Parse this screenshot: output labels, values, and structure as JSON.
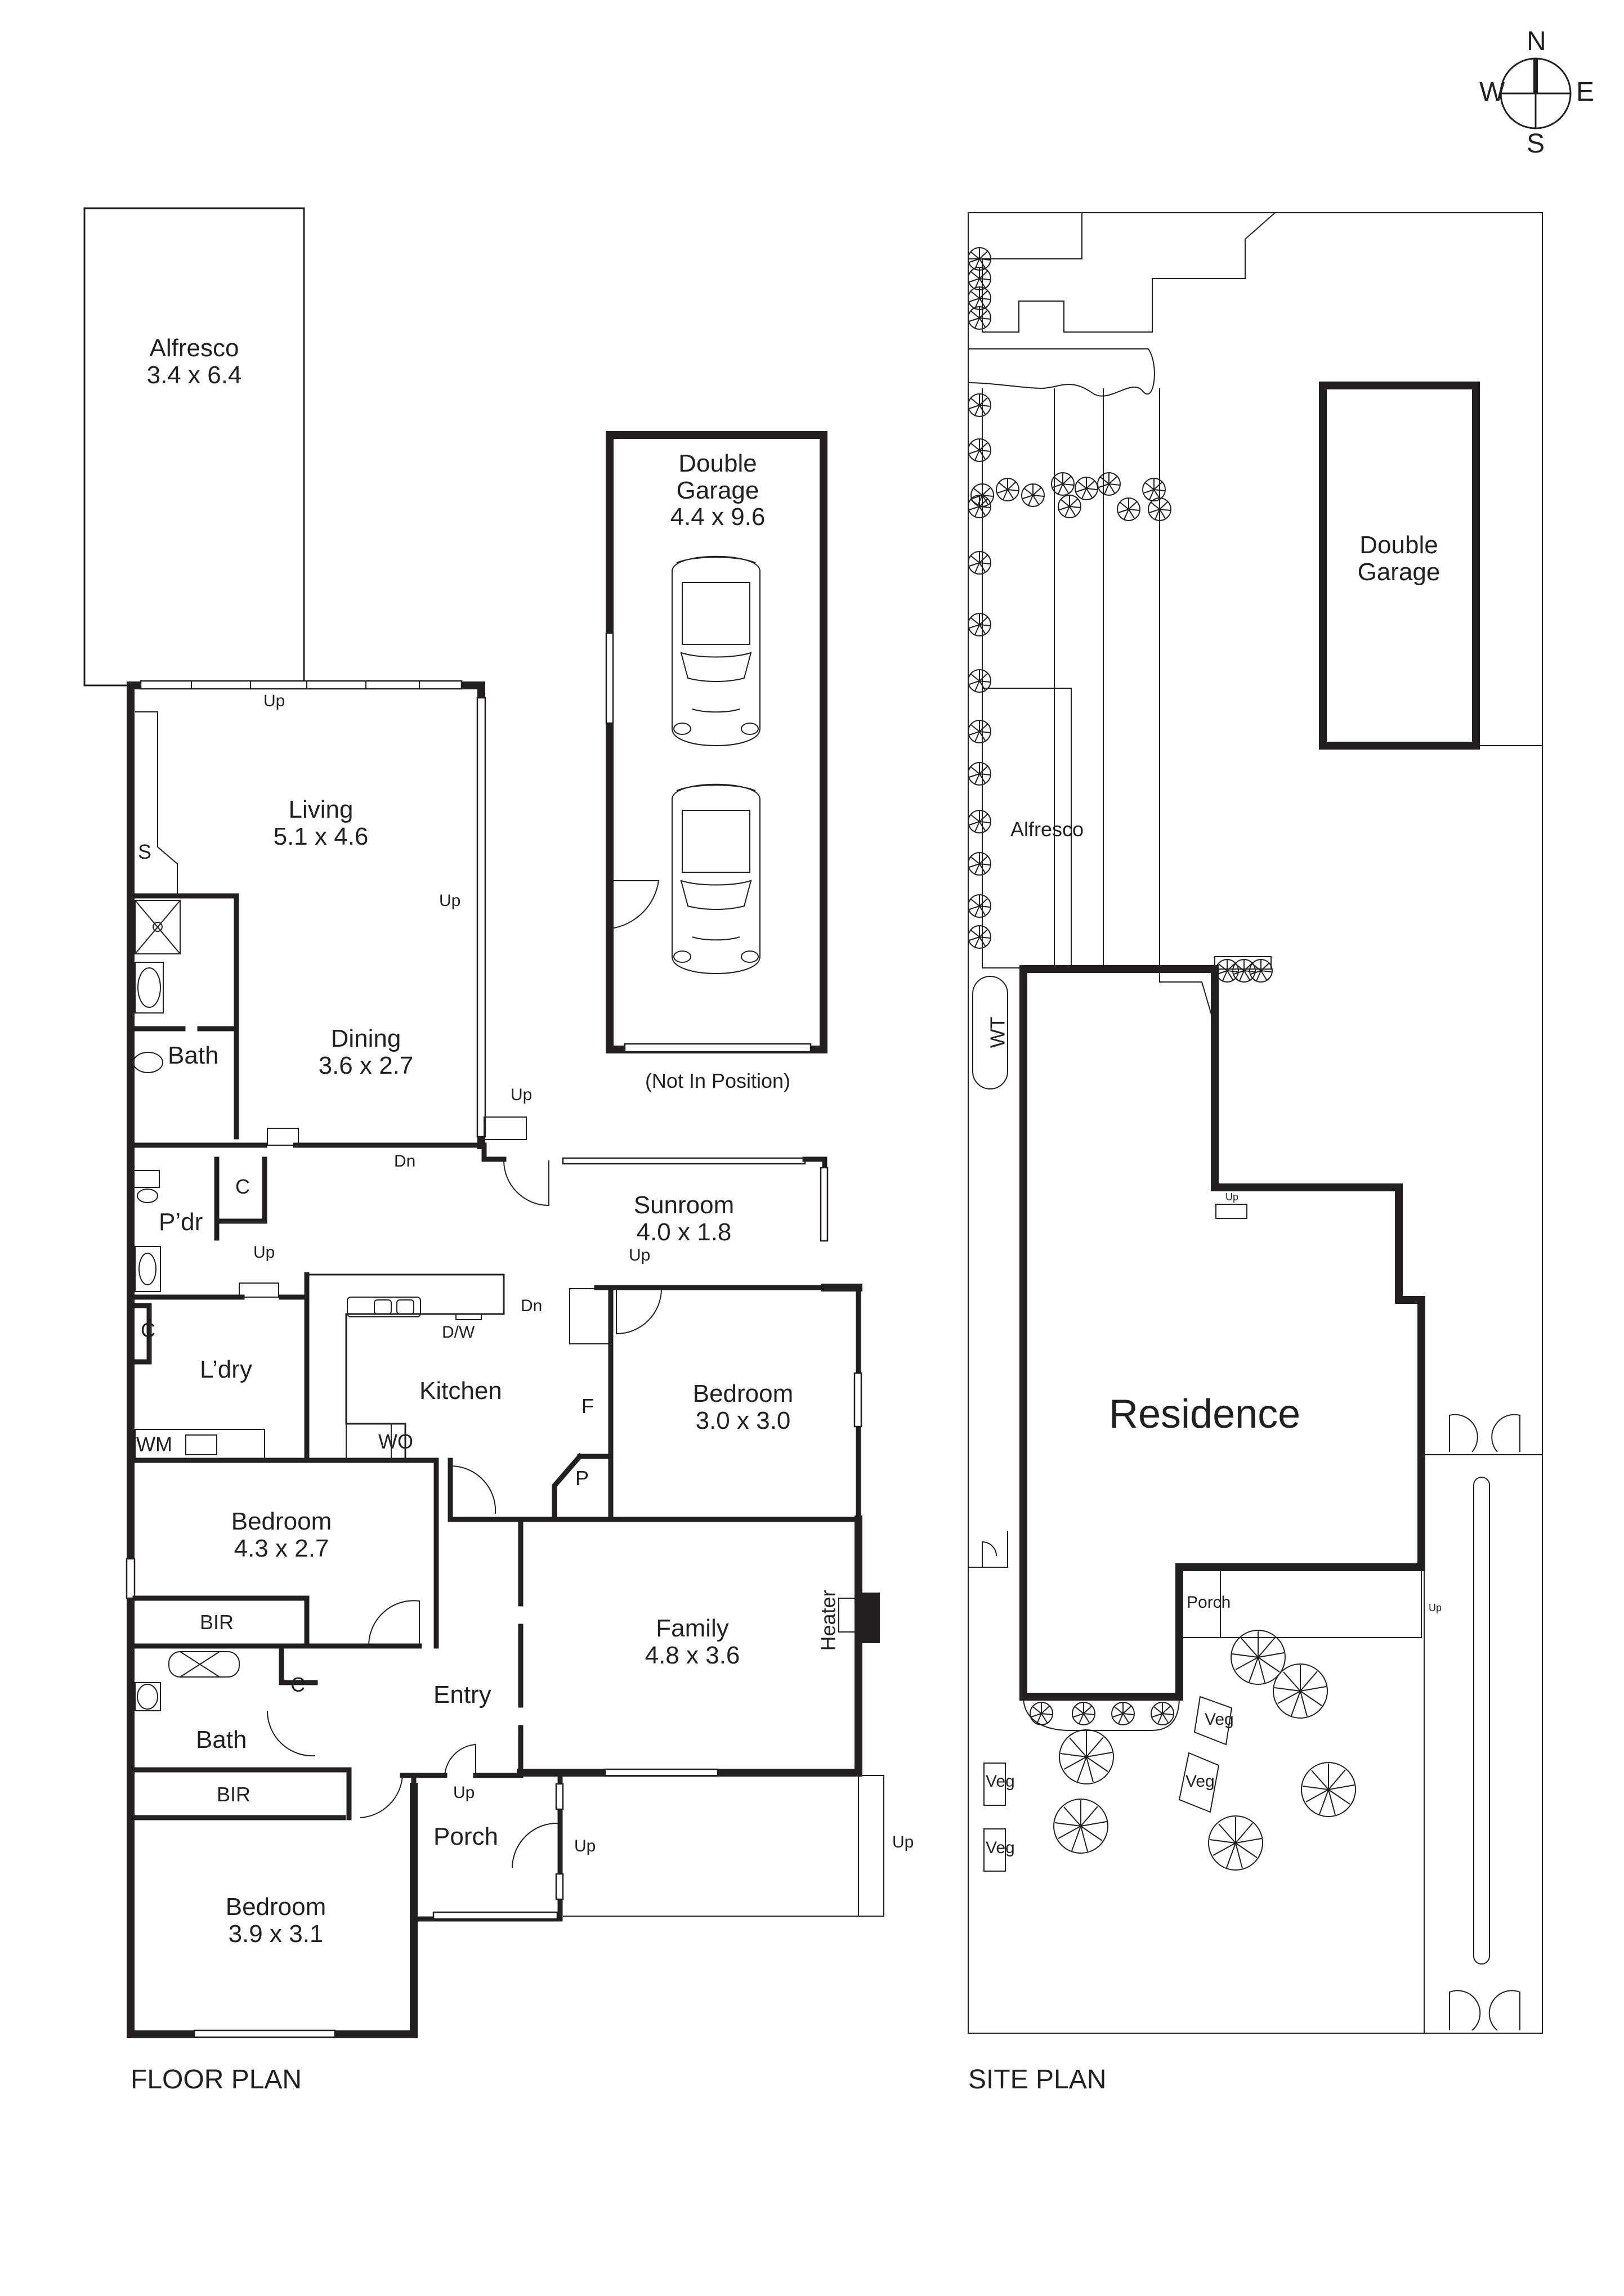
{
  "compass": {
    "north": "N",
    "south": "S",
    "east": "E",
    "west": "W"
  },
  "floor_plan": {
    "title": "FLOOR PLAN",
    "rooms": [
      {
        "id": "alfresco",
        "name": "Alfresco",
        "dims": "3.4 x 6.4"
      },
      {
        "id": "double-garage",
        "name": "Double\nGarage",
        "line1": "Double",
        "line2": "Garage",
        "dims": "4.4 x 9.6",
        "note": "(Not In Position)"
      },
      {
        "id": "living",
        "name": "Living",
        "dims": "5.1 x 4.6"
      },
      {
        "id": "dining",
        "name": "Dining",
        "dims": "3.6 x 2.7"
      },
      {
        "id": "bath-upper",
        "name": "Bath"
      },
      {
        "id": "sunroom",
        "name": "Sunroom",
        "dims": "4.0 x 1.8"
      },
      {
        "id": "powder",
        "name": "P’dr"
      },
      {
        "id": "laundry",
        "name": "L’dry"
      },
      {
        "id": "kitchen",
        "name": "Kitchen"
      },
      {
        "id": "bedroom-east",
        "name": "Bedroom",
        "dims": "3.0 x 3.0"
      },
      {
        "id": "bedroom-mid",
        "name": "Bedroom",
        "dims": "4.3 x 2.7"
      },
      {
        "id": "family",
        "name": "Family",
        "dims": "4.8 x 3.6"
      },
      {
        "id": "entry",
        "name": "Entry"
      },
      {
        "id": "bath-lower",
        "name": "Bath"
      },
      {
        "id": "porch",
        "name": "Porch"
      },
      {
        "id": "bedroom-south",
        "name": "Bedroom",
        "dims": "3.9 x 3.1"
      }
    ],
    "fixtures": {
      "storage": "S",
      "cupboard": "C",
      "fridge": "F",
      "pantry": "P",
      "wall_oven": "WO",
      "washing_machine": "WM",
      "dishwasher": "D/W",
      "built_in_robe": "BIR",
      "heater": "Heater"
    },
    "stairs": {
      "up": "Up",
      "down": "Dn"
    }
  },
  "site_plan": {
    "title": "SITE PLAN",
    "labels": {
      "double_garage_1": "Double",
      "double_garage_2": "Garage",
      "alfresco": "Alfresco",
      "water_tank": "WT",
      "residence": "Residence",
      "porch": "Porch",
      "up": "Up",
      "veg": "Veg"
    }
  },
  "colors": {
    "ink": "#231f20",
    "paper": "#ffffff"
  }
}
